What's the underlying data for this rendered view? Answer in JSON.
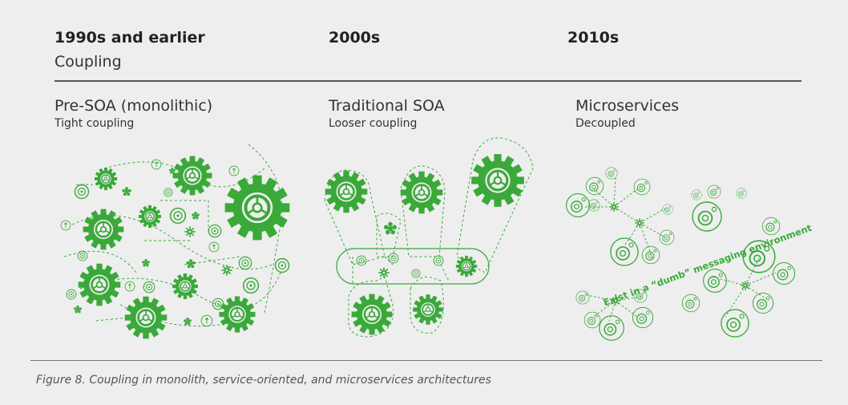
{
  "eras": [
    "1990s and earlier",
    "2000s",
    "2010s"
  ],
  "axis_label": "Coupling",
  "architectures": [
    {
      "name": "Pre-SOA (monolithic)",
      "coupling": "Tight coupling"
    },
    {
      "name": "Traditional SOA",
      "coupling": "Looser coupling"
    },
    {
      "name": "Microservices",
      "coupling": "Decoupled"
    }
  ],
  "microservices_annotation": "Exist in a “dumb” messaging environment",
  "caption": "Figure 8. Coupling in monolith, service-oriented, and microservices architectures",
  "colors": {
    "accent": "#3aa93a",
    "background": "#eeeeee"
  }
}
